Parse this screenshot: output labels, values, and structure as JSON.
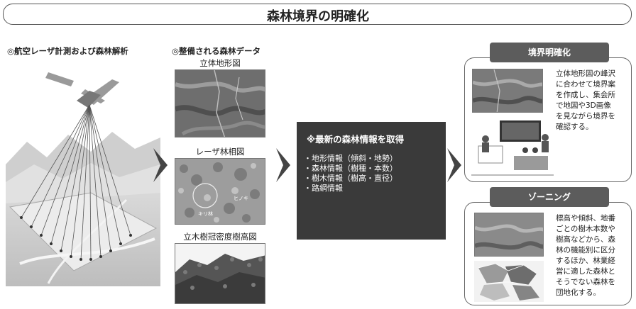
{
  "title": "森林境界の明確化",
  "survey": {
    "heading": "◎航空レーザ計測および森林解析"
  },
  "forest_data": {
    "heading": "◎整備される森林データ",
    "maps": [
      {
        "label": "立体地形図"
      },
      {
        "label": "レーザ林相図",
        "annotations": [
          "キリ林",
          "ヒノキ"
        ]
      },
      {
        "label": "立木樹冠密度樹高図"
      }
    ]
  },
  "info_box": {
    "heading": "※最新の森林情報を取得",
    "items": [
      "・地形情報（傾斜・地勢）",
      "・森林情報（樹種・本数）",
      "・樹木情報（樹高・直径）",
      "・路網情報"
    ]
  },
  "cards": [
    {
      "tab": "境界明確化",
      "lines": [
        "立体地形図の峰沢",
        "に合わせて境界案",
        "を作成し、集会所",
        "で地図や3D画像",
        "を見ながら境界を",
        "確認する。"
      ]
    },
    {
      "tab": "ゾーニング",
      "lines": [
        "標高や傾斜、地番",
        "ごとの樹木本数や",
        "樹高などから、森",
        "林の機能別に区分",
        "するほか、林業経",
        "営に適した森林と",
        "そうでない森林を",
        "団地化する。"
      ]
    }
  ]
}
